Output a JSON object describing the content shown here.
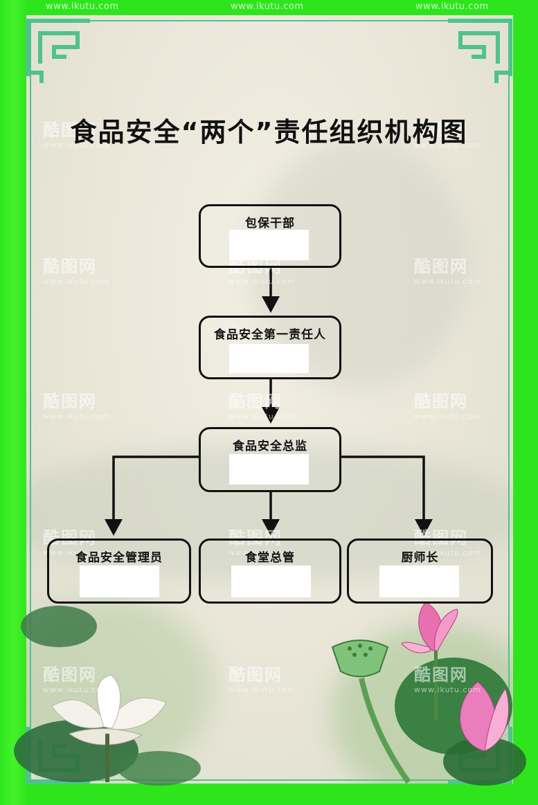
{
  "title": "食品安全“两个”责任组织机构图",
  "watermark": {
    "url": "www.ikutu.com",
    "brand": "酷图网"
  },
  "nodes": {
    "cadre": "包保干部",
    "first_responsible": "食品安全第一责任人",
    "director": "食品安全总监",
    "administrator": "食品安全管理员",
    "canteen_manager": "食堂总管",
    "head_chef": "厨师长"
  },
  "colors": {
    "border_green": "#2ee51d",
    "paper": "#ece9dc",
    "line": "#111111"
  }
}
